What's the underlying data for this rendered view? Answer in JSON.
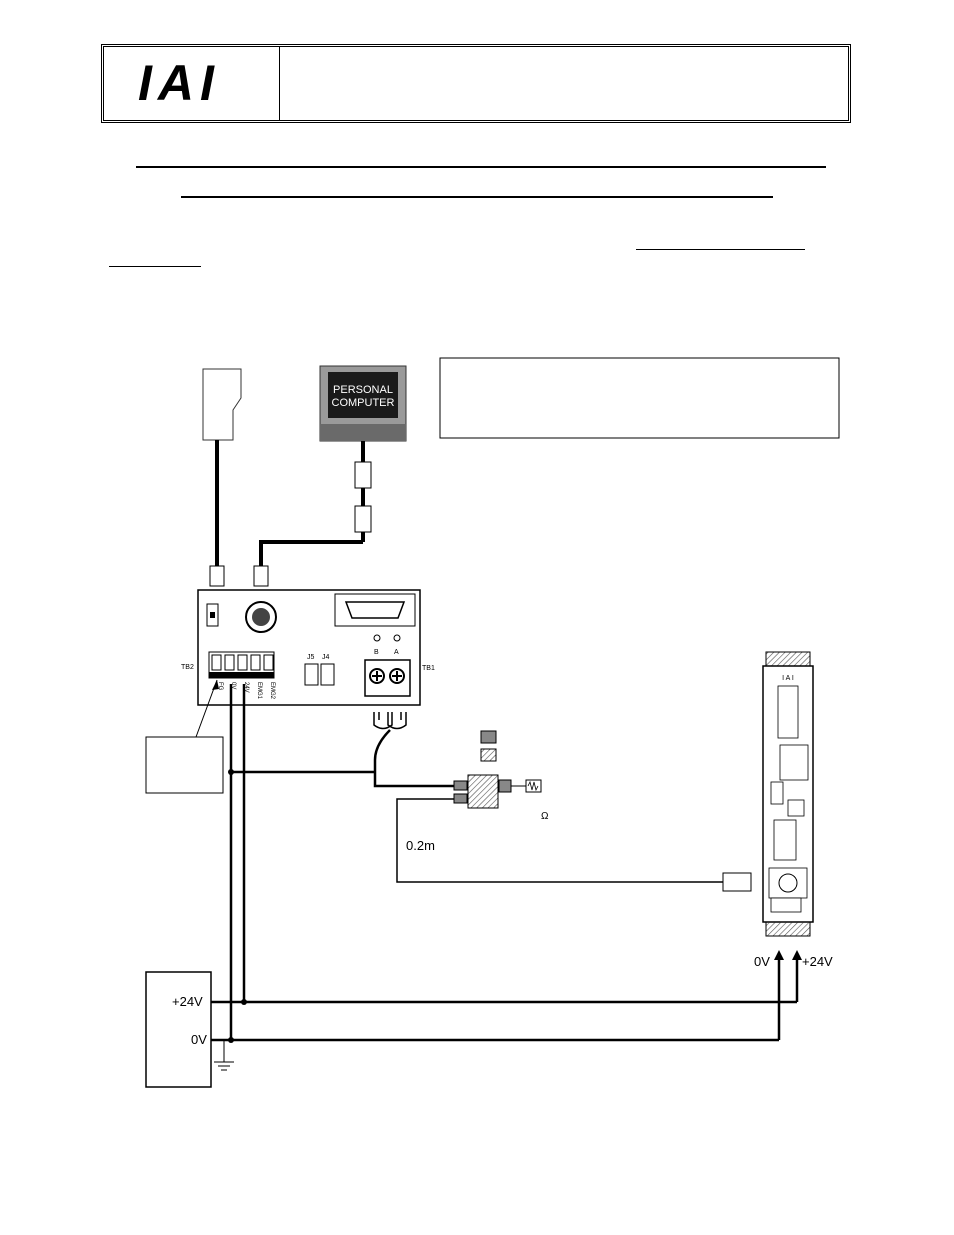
{
  "header": {
    "logo": "IAI"
  },
  "diagram": {
    "pc_label_line1": "PERSONAL",
    "pc_label_line2": "COMPUTER",
    "tb2_label": "TB2",
    "tb1_label": "TB1",
    "tb2_terminals": [
      "FG",
      "0V",
      "24V",
      "EMG1",
      "EMG2"
    ],
    "jumper_labels": [
      "J5",
      "J4"
    ],
    "tb1_terminals": [
      "B",
      "A"
    ],
    "ohm_symbol": "Ω",
    "cable_length": "0.2m",
    "controller_brand": "I A I",
    "controller_0v": "0V",
    "controller_24v": "+24V",
    "psu_24v": "+24V",
    "psu_0v": "0V"
  }
}
